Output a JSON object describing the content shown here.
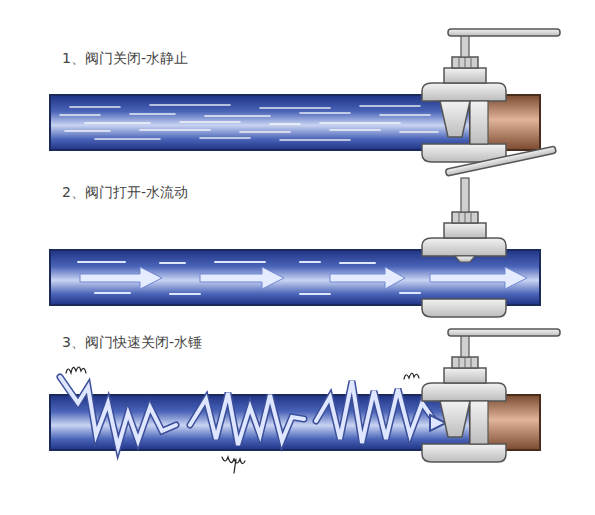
{
  "diagram": {
    "labels": [
      "1、阀门关闭-水静止",
      "2、阀门打开-水流动",
      "3、阀门快速关闭-水锤"
    ]
  }
}
